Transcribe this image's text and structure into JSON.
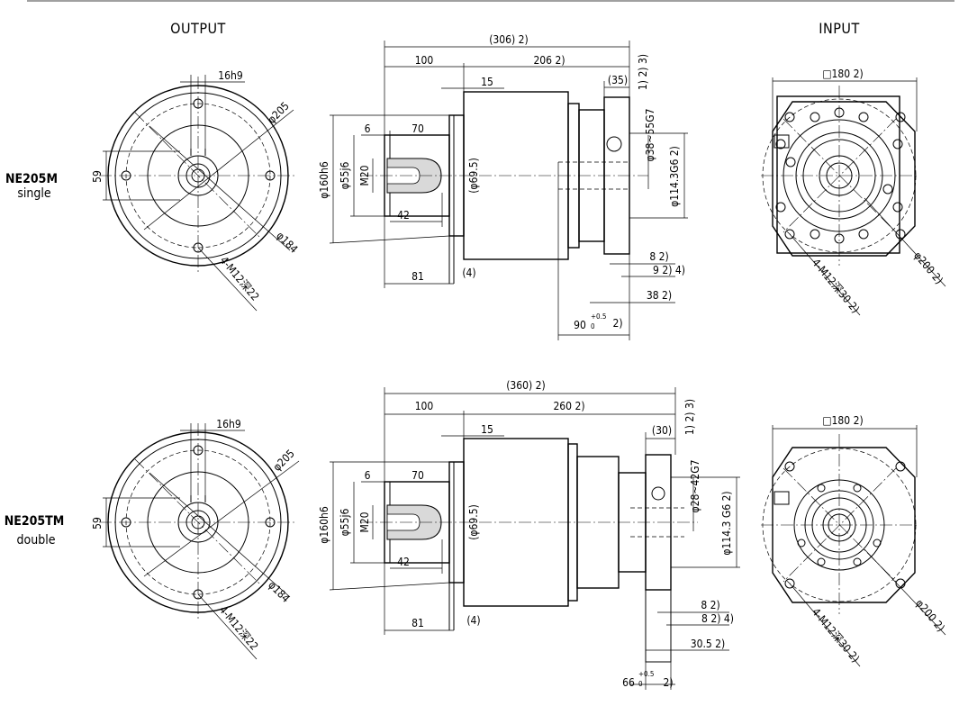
{
  "headers": {
    "output": "OUTPUT",
    "input": "INPUT"
  },
  "models": [
    {
      "name": "NE205M",
      "type": "single",
      "output_view": {
        "keyway": "16h9",
        "pcd": "φ205",
        "outer": "φ184",
        "height": "59",
        "tapped_holes": "4-M12深22"
      },
      "side_view": {
        "total_length": "(306)  2)",
        "len_a": "100",
        "len_b": "206  2)",
        "len_c": "15",
        "len_d": "(35)",
        "notes_123": "1) 2) 3)",
        "len_6": "6",
        "len_70": "70",
        "shaft_dia": "φ55j6",
        "thread": "M20",
        "housing_dia": "φ160h6",
        "inner_dia": "(φ69.5)",
        "len_42": "42",
        "len_81": "81",
        "len_4": "(4)",
        "input_bore": "φ38~55G7",
        "pilot_dia": "φ114.3G6  2)",
        "dim_8": "8  2)",
        "dim_9": "9  2)  4)",
        "dim_38": "38  2)",
        "dim_90": "90",
        "dim_90_tol": "+0.5",
        "dim_90_tol2": "0",
        "dim_90_note": "2)"
      },
      "input_view": {
        "square": "□180  2)",
        "pcd": "φ200  2)",
        "tapped_holes": "4-M12深30  2)"
      }
    },
    {
      "name": "NE205TM",
      "type": "double",
      "output_view": {
        "keyway": "16h9",
        "pcd": "φ205",
        "outer": "φ184",
        "height": "59",
        "tapped_holes": "4-M12深22"
      },
      "side_view": {
        "total_length": "(360)  2)",
        "len_a": "100",
        "len_b": "260  2)",
        "len_c": "15",
        "len_d": "(30)",
        "notes_123": "1) 2) 3)",
        "len_6": "6",
        "len_70": "70",
        "shaft_dia": "φ55j6",
        "thread": "M20",
        "housing_dia": "φ160h6",
        "inner_dia": "(φ69.5)",
        "len_42": "42",
        "len_81": "81",
        "len_4": "(4)",
        "input_bore": "φ28~42G7",
        "pilot_dia": "φ114.3 G6  2)",
        "dim_8": "8  2)",
        "dim_8b": "8  2)  4)",
        "dim_30": "30.5  2)",
        "dim_66": "66",
        "dim_66_tol": "+0.5",
        "dim_66_tol2": "0",
        "dim_66_note": "2)"
      },
      "input_view": {
        "square": "□180  2)",
        "pcd": "φ200  2)",
        "tapped_holes": "4-M12深30  2)"
      }
    }
  ]
}
